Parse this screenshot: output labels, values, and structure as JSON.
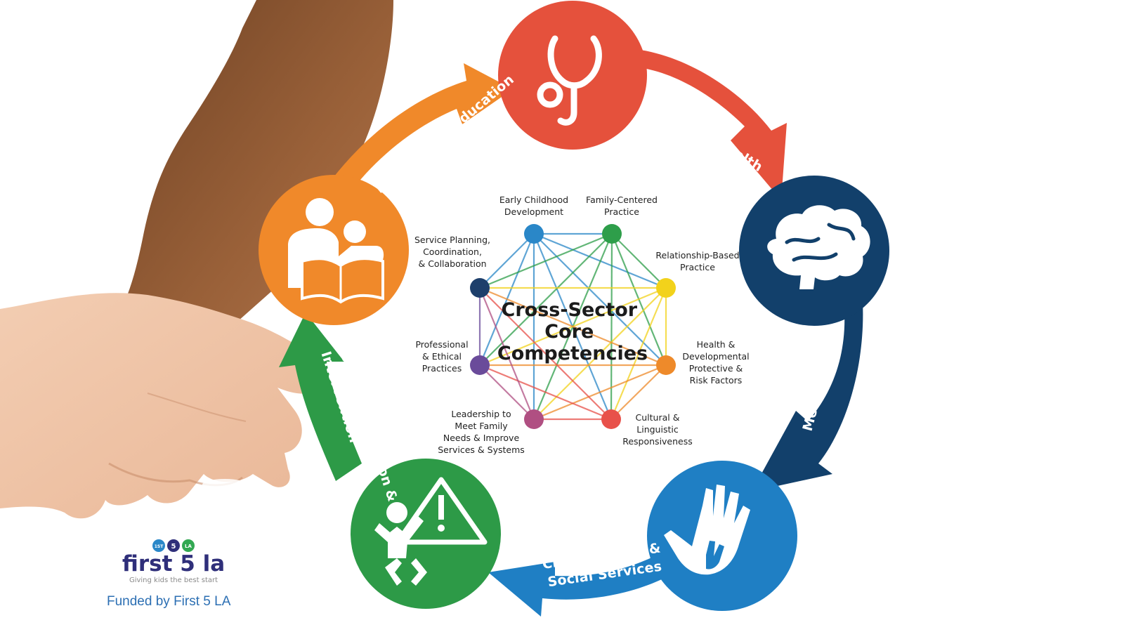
{
  "hub": {
    "lines": [
      "Cross-Sector",
      "Core",
      "Competencies"
    ]
  },
  "sectors": [
    {
      "id": "physical-health",
      "label": [
        "Physical Health"
      ],
      "color": "#e5513c",
      "icon": "stethoscope-icon"
    },
    {
      "id": "mental-health",
      "label": [
        "Mental Health"
      ],
      "color": "#12406b",
      "icon": "brain-icon"
    },
    {
      "id": "child-welfare",
      "label": [
        "Child Welfare &",
        "Social Services"
      ],
      "color": "#1f7fc4",
      "icon": "hands-icon"
    },
    {
      "id": "early-identification",
      "label": [
        "Early Identification &",
        "Intervention"
      ],
      "color": "#2d9a47",
      "icon": "child-warning-icon"
    },
    {
      "id": "early-care",
      "label": [
        "Early Care & Education"
      ],
      "color": "#f0892a",
      "icon": "reading-adult-child-icon"
    }
  ],
  "competencies": [
    {
      "lines": [
        "Early Childhood",
        "Development"
      ],
      "color": "#2a87c8"
    },
    {
      "lines": [
        "Family-Centered",
        "Practice"
      ],
      "color": "#2e9e4a"
    },
    {
      "lines": [
        "Relationship-Based",
        "Practice"
      ],
      "color": "#f2d21b"
    },
    {
      "lines": [
        "Health &",
        "Developmental",
        "Protective &",
        "Risk Factors"
      ],
      "color": "#ee8a2a"
    },
    {
      "lines": [
        "Cultural &",
        "Linguistic",
        "Responsiveness"
      ],
      "color": "#e8514a"
    },
    {
      "lines": [
        "Leadership to",
        "Meet Family",
        "Needs & Improve",
        "Services & Systems"
      ],
      "color": "#b04f82"
    },
    {
      "lines": [
        "Professional",
        "& Ethical",
        "Practices"
      ],
      "color": "#6a4b9a"
    },
    {
      "lines": [
        "Service Planning,",
        "Coordination,",
        "& Collaboration"
      ],
      "color": "#1d3f6b"
    }
  ],
  "logo": {
    "badge": [
      "1ST",
      "5",
      "LA"
    ],
    "wordmark": "first 5 la",
    "tagline": "Giving kids the best start"
  },
  "funded_text": "Funded by First 5 LA"
}
